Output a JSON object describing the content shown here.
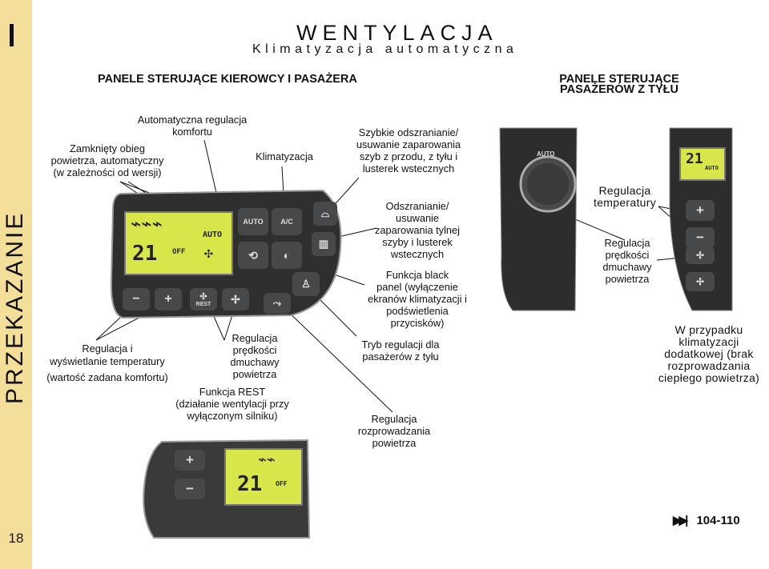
{
  "header": {
    "title": "WENTYLACJA",
    "subtitle": "Klimatyzacja automatyczna",
    "side_word": "PRZEKAZANIE",
    "page_number": "18"
  },
  "sections": {
    "front": "PANELE STERUJĄCE KIEROWCY I PASAŻERA",
    "rear_line1": "PANELE STERUJĄCE",
    "rear_line2": "PASAŻERÓW Z TYŁU"
  },
  "front_labels": {
    "comfort_l1": "Automatyczna regulacja",
    "comfort_l2": "komfortu",
    "recirc_l1": "Zamknięty obieg",
    "recirc_l2": "powietrza, automatyczny",
    "recirc_l3": "(w zależności od wersji)",
    "ac": "Klimatyzacja",
    "temp_l1": "Regulacja i",
    "temp_l2": "wyświetlanie temperatury",
    "temp_l3": "(wartość zadana komfortu)",
    "fan_l1": "Regulacja",
    "fan_l2": "prędkości",
    "fan_l3": "dmuchawy",
    "fan_l4": "powietrza",
    "rest_l1": "Funkcja REST",
    "rest_l2": "(działanie wentylacji przy",
    "rest_l3": "wyłączonym silniku)",
    "demist_l1": "Szybkie odszranianie/",
    "demist_l2": "usuwanie zaparowania",
    "demist_l3": "szyb z przodu, z tyłu i",
    "demist_l4": "lusterek wstecznych",
    "rear_demist_l1": "Odszranianie/",
    "rear_demist_l2": "usuwanie",
    "rear_demist_l3": "zaparowania tylnej",
    "rear_demist_l4": "szyby i lusterek",
    "rear_demist_l5": "wstecznych",
    "black_l1": "Funkcja black",
    "black_l2": "panel (wyłączenie",
    "black_l3": "ekranów klimatyzacji i",
    "black_l4": "podświetlenia",
    "black_l5": "przycisków)",
    "rear_mode_l1": "Tryb regulacji dla",
    "rear_mode_l2": "pasażerów z tyłu",
    "distrib_l1": "Regulacja",
    "distrib_l2": "rozprowadzania",
    "distrib_l3": "powietrza"
  },
  "rear_labels": {
    "temp_l1": "Regulacja",
    "temp_l2": "temperatury",
    "fan_l1": "Regulacja",
    "fan_l2": "prędkości",
    "fan_l3": "dmuchawy",
    "fan_l4": "powietrza",
    "note_l1": "W przypadku",
    "note_l2": "klimatyzacji",
    "note_l3": "dodatkowej (brak",
    "note_l4": "rozprowadzania",
    "note_l5": "ciepłego powietrza)"
  },
  "panel_text": {
    "auto": "AUTO",
    "ac": "A/C",
    "off": "OFF",
    "rest": "REST",
    "minus": "−",
    "plus": "+",
    "display_temp": "21"
  },
  "footer": {
    "ref_icon": "skip-forward-icon",
    "ref_pages": "104-110"
  },
  "colors": {
    "sidebar": "#f3df9a",
    "lcd": "#d9e64a",
    "panel": "#2f2f30"
  }
}
